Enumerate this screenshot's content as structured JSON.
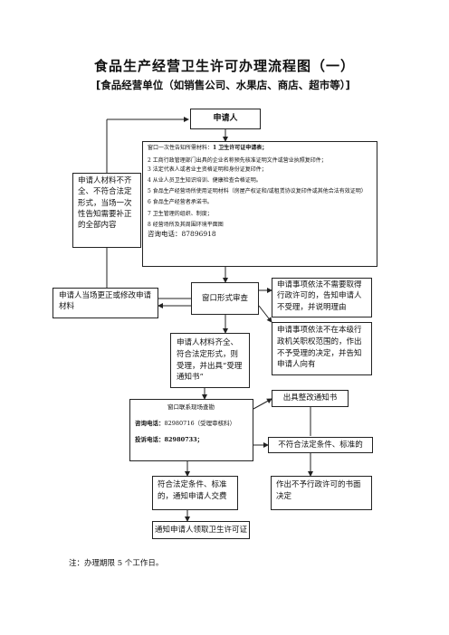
{
  "title": "食品生产经营卫生许可办理流程图（一）",
  "subtitle": "[食品经营单位（如销售公司、水果店、商店、超市等）]",
  "applicant": "申请人",
  "materials": {
    "intro": "窗口一次性告知所需材料：",
    "item1": "1 卫生许可证申请表；",
    "item2": "2 工商行政管理部门出具的企业名称预先核准证明文件或营业执照复印件；",
    "item3": "3 法定代表人或者业主资格证明和身份证复印件；",
    "item4": "4 从业人员卫生知识培训、健康检查合格证明。",
    "item5": "5 食品生产经营场所使用证明材料（房屋产权证和/或租赁协议复印件或其他合法有效证明）",
    "item6": "6 食品生产经营者承诺书。",
    "item7": "7 卫生管理的组织、制度；",
    "item8": "8 经营场所及其周围环境平面图",
    "phone": "咨询电话：87896918"
  },
  "incomplete": "申请人材料不齐全、不符合法定形式，当场一次性告知需要补正的全部内容",
  "window_review": "窗口形式审查",
  "no_permit_needed": "申请事项依法不需要取得行政许可的，告知申请人不受理，并说明理由",
  "correct_on_spot": "申请人当场更正或修改申请材料",
  "accepted": "申请人材料齐全、符合法定形式，则受理，并出具“受理通知书”",
  "not_in_scope": "申请事项依法不在本级行政机关职权范围的，作出不予受理的决定，并告知申请人向有",
  "rectify_notice": "出具整改通知书",
  "site_inspection": {
    "heading": "窗口联系现场查勘",
    "consult_label": "咨询电话：",
    "consult_value": "82980716（受理审核科）",
    "complaint_label": "投诉电话：",
    "complaint_value": "82980733；"
  },
  "not_meet": "不符合法定条件、标准的",
  "meets": "符合法定条件、标准的，通知申请人交费",
  "deny": "作出不予行政许可的书面决定",
  "collect": "通知申请人领取卫生许可证",
  "note": "注：办理期限 5 个工作日。"
}
